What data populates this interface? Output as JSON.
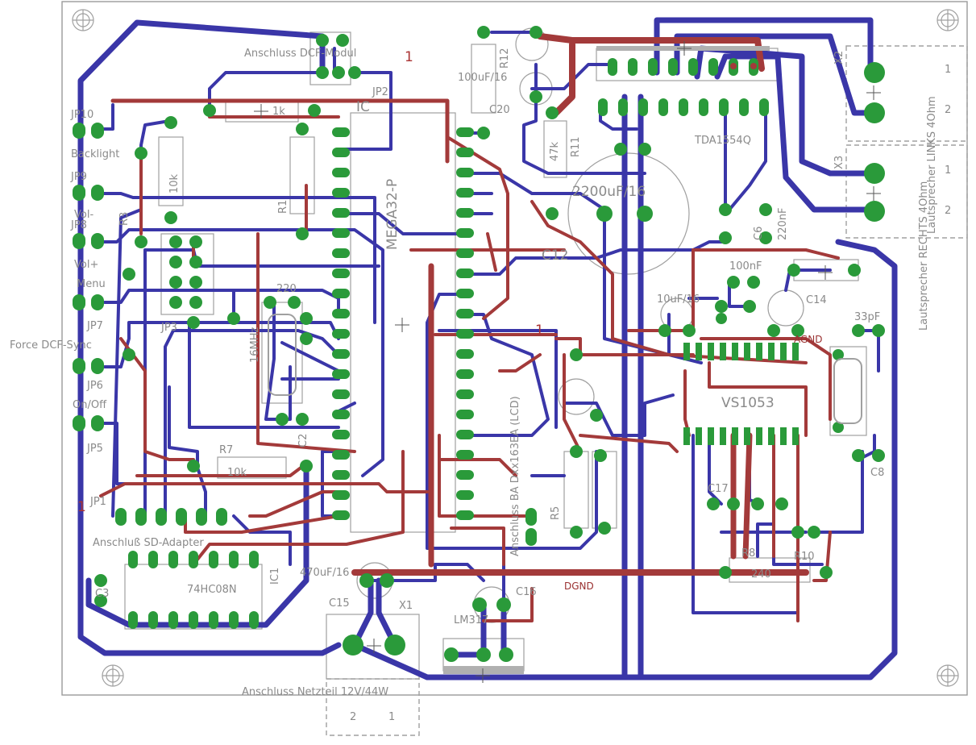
{
  "board": {
    "connectors": {
      "dcf_module": "Anschluss DCF-Modul",
      "power_supply": "Anschluss Netzteil 12V/44W",
      "sd_adapter": "Anschluß SD-Adapter",
      "lcd": "Anschluss BA Dxx163EA (LCD)",
      "speaker_left": "Lautsprecher LINKS 4Ohm",
      "speaker_right": "Lautsprecher RECHTS 4Ohm"
    },
    "jumpers": {
      "jp10": "JP10",
      "backlight": "Backlight",
      "jp9": "JP9",
      "vol_minus": "Vol-",
      "jp8": "JP8",
      "vol_plus": "Vol+",
      "menu": "Menu",
      "jp7": "JP7",
      "force_dcf": "Force DCF-Sync",
      "jp6": "JP6",
      "on_off": "On/Off",
      "jp5": "JP5",
      "jp1": "JP1",
      "jp2": "JP2",
      "jp3": "JP3"
    },
    "chips": {
      "mcu": "MEGA32-P",
      "ic_top": "IC",
      "amp": "TDA1554Q",
      "logic": "74HC08N",
      "vreg": "LM317",
      "decoder": "VS1053"
    },
    "components": {
      "r_1k": "1k",
      "r_10k": "10k",
      "r_47k": "47k",
      "r_240": "240",
      "r_220": "220",
      "r_10k_r7": "10k",
      "c_2200": "2200uF/16",
      "c_100u": "100uF/16",
      "c_470u": "470uF/16",
      "c_10u": "10uF/16",
      "c_220n": "220nF",
      "c_100n": "100nF",
      "c_33p": "33pF",
      "crystal": "16MHz",
      "r12": "R12",
      "r11": "R11",
      "r3": "R3",
      "r1": "R1",
      "r7": "R7",
      "r5": "R5",
      "r8": "R8",
      "r10": "R10",
      "c20": "C20",
      "c12": "C12",
      "c14": "C14",
      "c15": "C15",
      "c16": "C16",
      "c17": "C17",
      "c2": "C2",
      "c3": "C3",
      "c6": "C6",
      "c8": "C8",
      "x1": "X1",
      "x2": "X2",
      "x3": "X3",
      "ic1": "IC1",
      "one": "1",
      "two": "2",
      "dgnd": "DGND",
      "agnd": "AGND"
    }
  }
}
